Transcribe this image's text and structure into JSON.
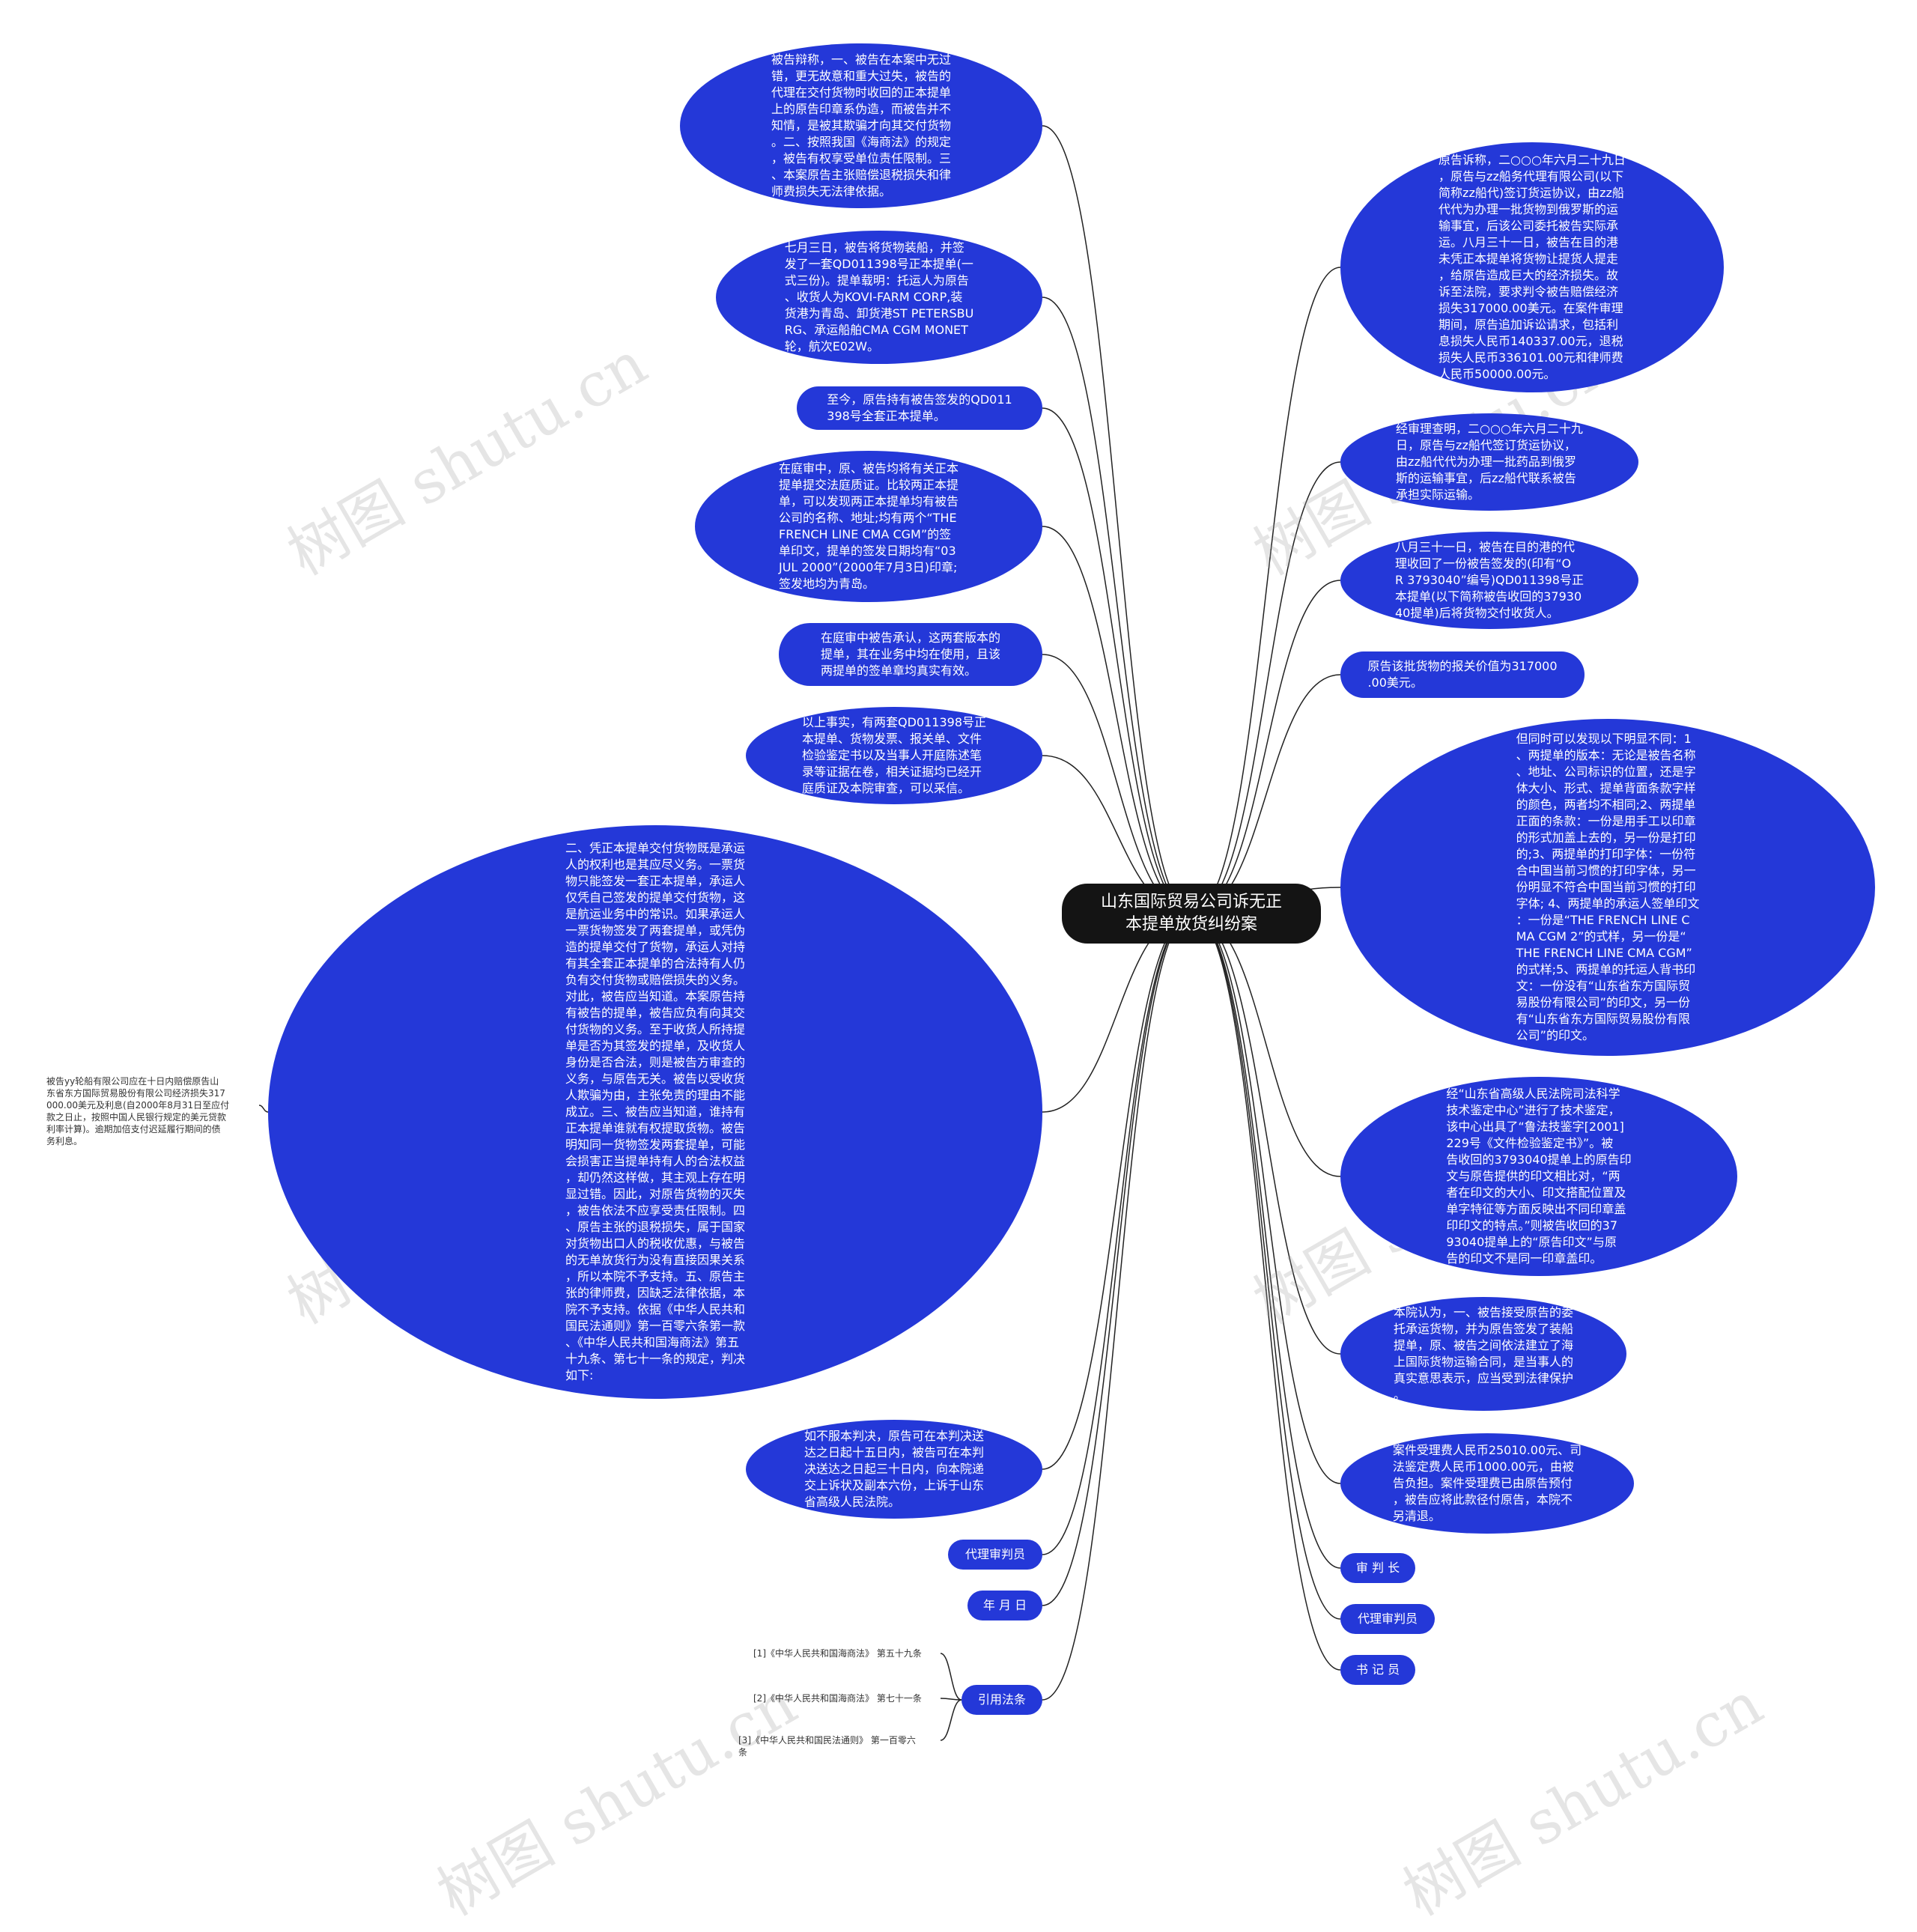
{
  "root": {
    "title": "山东国际贸易公司诉无正\n本提单放货纠纷案"
  },
  "left": {
    "defense": "被告辩称，一、被告在本案中无过\n错，更无故意和重大过失，被告的\n代理在交付货物时收回的正本提单\n上的原告印章系伪造，而被告并不\n知情，是被其欺骗才向其交付货物\n。二、按照我国《海商法》的规定\n，被告有权享受单位责任限制。三\n、本案原告主张赔偿退税损失和律\n师费损失无法律依据。",
    "shipment": "七月三日，被告将货物装船，并签\n发了一套QD011398号正本提单(一\n式三份)。提单载明：托运人为原告\n、收货人为KOVI-FARM CORP,装\n货港为青岛、卸货港ST PETERSBU\nRG、承运船舶CMA CGM MONET\n轮，航次E02W。",
    "holding": "至今，原告持有被告签发的QD011\n398号全套正本提单。",
    "court_compare": "在庭审中，原、被告均将有关正本\n提单提交法庭质证。比较两正本提\n单，可以发现两正本提单均有被告\n公司的名称、地址;均有两个“THE\nFRENCH LINE CMA CGM”的签\n单印文，提单的签发日期均有“03\nJUL 2000”(2000年7月3日)印章;\n签发地均为青岛。",
    "admission": "在庭审中被告承认，这两套版本的\n提单，其在业务中均在使用，且该\n两提单的签单章均真实有效。",
    "facts": "以上事实，有两套QD011398号正\n本提单、货物发票、报关单、文件\n检验鉴定书以及当事人开庭陈述笔\n录等证据在卷，相关证据均已经开\n庭质证及本院审查，可以采信。",
    "reasoning": "二、凭正本提单交付货物既是承运\n人的权利也是其应尽义务。一票货\n物只能签发一套正本提单，承运人\n仅凭自己签发的提单交付货物，这\n是航运业务中的常识。如果承运人\n一票货物签发了两套提单，或凭伪\n造的提单交付了货物，承运人对持\n有其全套正本提单的合法持有人仍\n负有交付货物或赔偿损失的义务。\n对此，被告应当知道。本案原告持\n有被告的提单，被告应负有向其交\n付货物的义务。至于收货人所持提\n单是否为其签发的提单，及收货人\n身份是否合法，则是被告方审查的\n义务，与原告无关。被告以受收货\n人欺骗为由，主张免责的理由不能\n成立。三、被告应当知道，谁持有\n正本提单谁就有权提取货物。被告\n明知同一货物签发两套提单，可能\n会损害正当提单持有人的合法权益\n，却仍然这样做，其主观上存在明\n显过错。因此，对原告货物的灭失\n，被告依法不应享受责任限制。四\n、原告主张的退税损失，属于国家\n对货物出口人的税收优惠，与被告\n的无单放货行为没有直接因果关系\n，所以本院不予支持。五、原告主\n张的律师费，因缺乏法律依据，本\n院不予支持。依据《中华人民共和\n国民法通则》第一百零六条第一款\n、《中华人民共和国海商法》第五\n十九条、第七十一条的规定，判决\n如下:",
    "verdict": "被告yy轮船有限公司应在十日内赔偿原告山\n东省东方国际贸易股份有限公司经济损失317\n000.00美元及利息(自2000年8月31日至应付\n款之日止，按照中国人民银行规定的美元贷款\n利率计算)。逾期加倍支付迟延履行期间的债\n务利息。",
    "appeal": "如不服本判决，原告可在本判决送\n达之日起十五日内，被告可在本判\n决送达之日起三十日内，向本院递\n交上诉状及副本六份，上诉于山东\n省高级人民法院。",
    "agent_judge": "代理审判员",
    "date": "年 月 日",
    "citations": "引用法条",
    "refs": [
      "[1]《中华人民共和国海商法》 第五十九条",
      "[2]《中华人民共和国海商法》 第七十一条",
      "[3]《中华人民共和国民法通则》 第一百零六\n条"
    ]
  },
  "right": {
    "claim": "原告诉称，二○○○年六月二十九日\n，原告与zz船务代理有限公司(以下\n简称zz船代)签订货运协议，由zz船\n代代为办理一批货物到俄罗斯的运\n输事宜，后该公司委托被告实际承\n运。八月三十一日，被告在目的港\n未凭正本提单将货物让提货人提走\n，给原告造成巨大的经济损失。故\n诉至法院，要求判令被告赔偿经济\n损失317000.00美元。在案件审理\n期间，原告追加诉讼请求，包括利\n息损失人民币140337.00元，退税\n损失人民币336101.00元和律师费\n人民币50000.00元。",
    "finding": "经审理查明，二○○○年六月二十九\n日，原告与zz船代签订货运协议，\n由zz船代代为办理一批药品到俄罗\n斯的运输事宜，后zz船代联系被告\n承担实际运输。",
    "aug31": "八月三十一日，被告在目的港的代\n理收回了一份被告签发的(印有“O\nR 3793040”编号)QD011398号正\n本提单(以下简称被告收回的37930\n40提单)后将货物交付收货人。",
    "value": "原告该批货物的报关价值为317000\n.00美元。",
    "differences": "但同时可以发现以下明显不同：1\n、两提单的版本：无论是被告名称\n、地址、公司标识的位置，还是字\n体大小、形式、提单背面条款字样\n的颜色，两者均不相同;2、两提单\n正面的条款：一份是用手工以印章\n的形式加盖上去的，另一份是打印\n的;3、两提单的打印字体：一份符\n合中国当前习惯的打印字体，另一\n份明显不符合中国当前习惯的打印\n字体; 4、两提单的承运人签单印文\n：一份是“THE FRENCH LINE C\nMA CGM 2”的式样，另一份是“\nTHE FRENCH LINE CMA CGM”\n的式样;5、两提单的托运人背书印\n文：一份没有“山东省东方国际贸\n易股份有限公司”的印文，另一份\n有“山东省东方国际贸易股份有限\n公司”的印文。",
    "forensic": "经“山东省高级人民法院司法科学\n技术鉴定中心”进行了技术鉴定，\n该中心出具了“鲁法技鉴字[2001]\n229号《文件检验鉴定书》”。被\n告收回的3793040提单上的原告印\n文与原告提供的印文相比对，“两\n者在印文的大小、印文搭配位置及\n单字特征等方面反映出不同印章盖\n印印文的特点。”则被告收回的37\n93040提单上的“原告印文”与原\n告的印文不是同一印章盖印。",
    "opinion": "本院认为，一、被告接受原告的委\n托承运货物，并为原告签发了装船\n提单，原、被告之间依法建立了海\n上国际货物运输合同，是当事人的\n真实意思表示，应当受到法律保护\n。",
    "fees": "案件受理费人民币25010.00元、司\n法鉴定费人民币1000.00元，由被\n告负担。案件受理费已由原告预付\n，被告应将此款径付原告，本院不\n另清退。",
    "chief_judge": "审 判 长",
    "agent_judge": "代理审判员",
    "clerk": "书 记 员"
  },
  "watermark": "树图 shutu.cn",
  "colors": {
    "node": "#2438d8",
    "root": "#141414",
    "line": "#222222"
  }
}
